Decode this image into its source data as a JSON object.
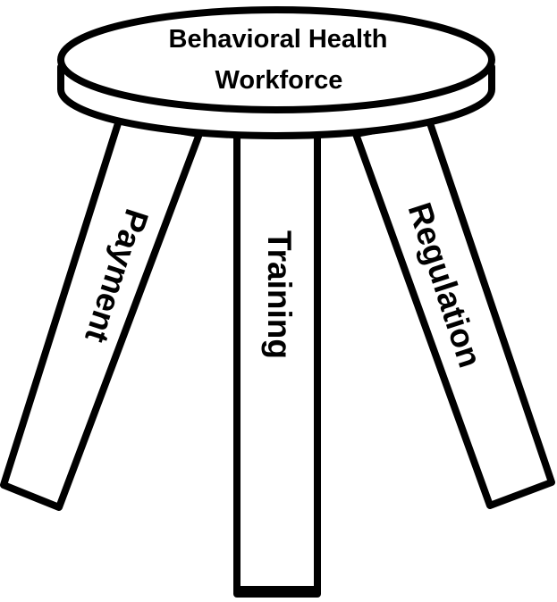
{
  "seat": {
    "line1": "Behavioral Health",
    "line2": "Workforce"
  },
  "legs": {
    "left": "Payment",
    "middle": "Training",
    "right": "Regulation"
  }
}
